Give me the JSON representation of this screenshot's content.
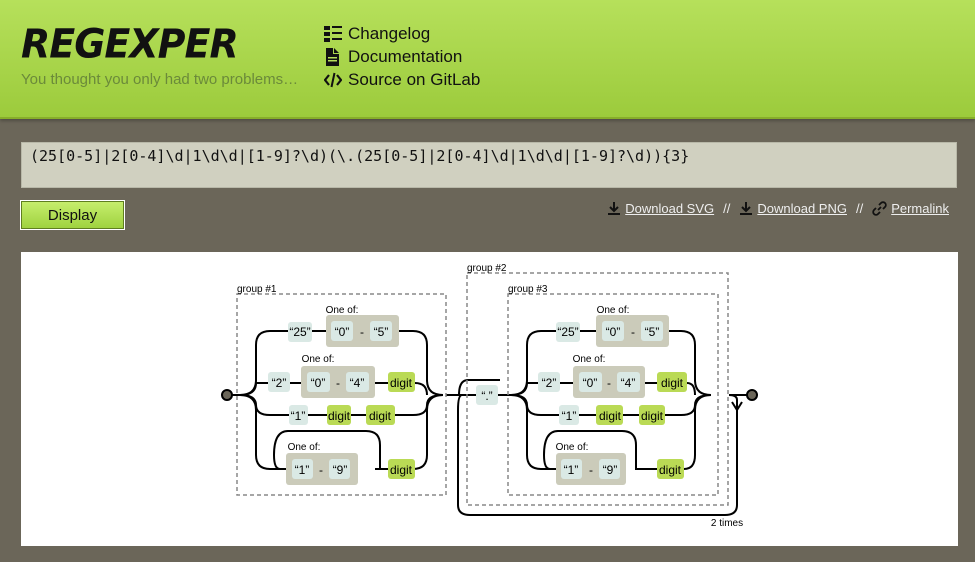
{
  "header": {
    "logo": "REGEXPER",
    "tagline": "You thought you only had two problems…",
    "nav": [
      {
        "label": "Changelog",
        "icon": "list-icon"
      },
      {
        "label": "Documentation",
        "icon": "document-icon"
      },
      {
        "label": "Source on GitLab",
        "icon": "code-icon"
      }
    ]
  },
  "expression": "(25[0-5]|2[0-4]\\d|1\\d\\d|[1-9]?\\d)(\\.(25[0-5]|2[0-4]\\d|1\\d\\d|[1-9]?\\d)){3}",
  "display_label": "Display",
  "actions": {
    "download_svg": "Download SVG",
    "download_png": "Download PNG",
    "permalink": "Permalink",
    "separator": "//"
  },
  "diagram": {
    "group1_label": "group #1",
    "group2_label": "group #2",
    "group3_label": "group #3",
    "one_of": "One of:",
    "lit_25": "“25”",
    "lit_0": "“0”",
    "lit_5": "“5”",
    "lit_2": "“2”",
    "lit_4": "“4”",
    "lit_1": "“1”",
    "lit_9": "“9”",
    "lit_dot": "“.”",
    "dash": "-",
    "digit": "digit",
    "repeat": "2 times"
  }
}
